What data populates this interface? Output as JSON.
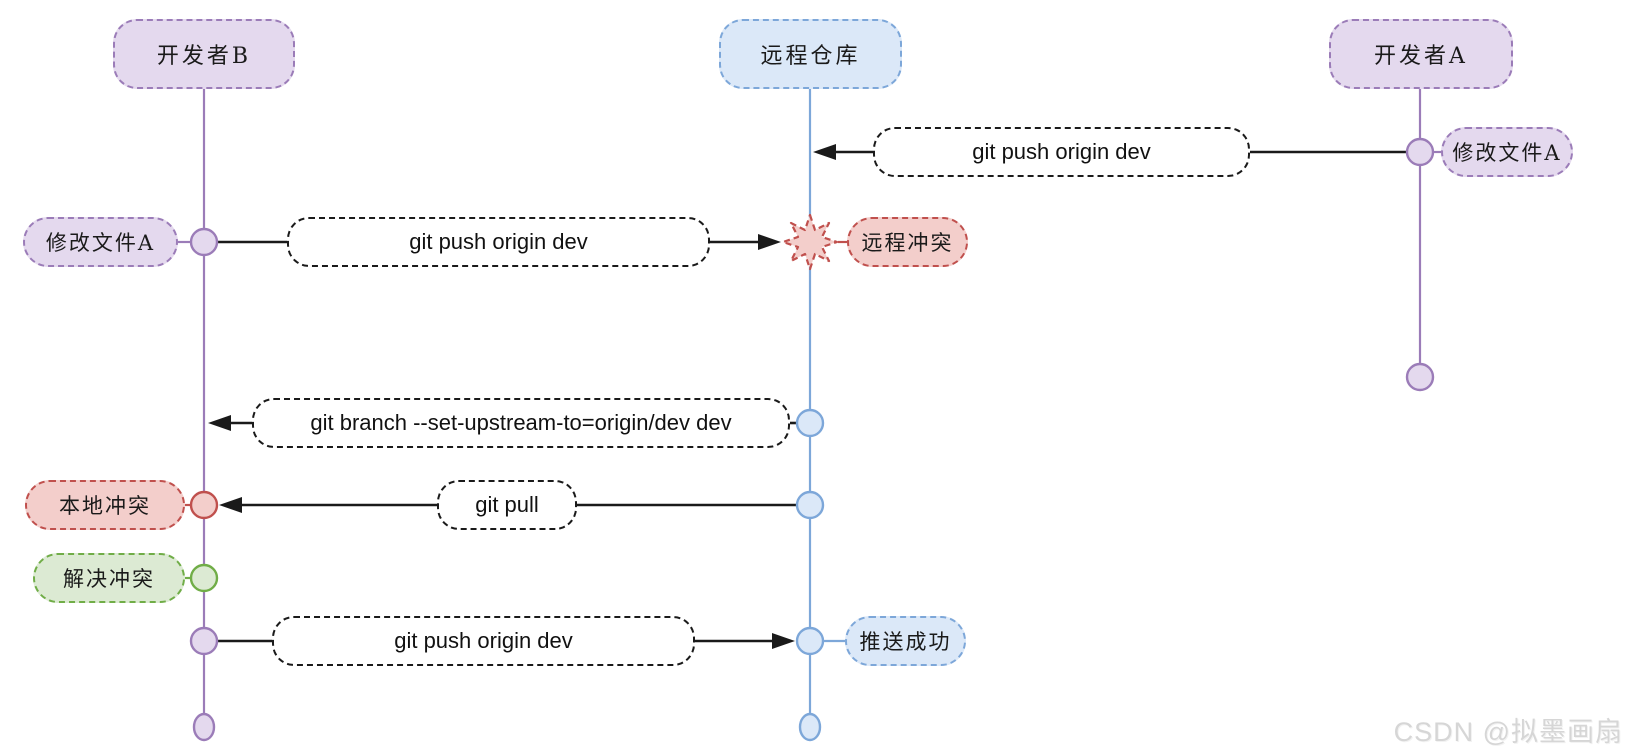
{
  "diagram": {
    "actors": [
      {
        "id": "devB",
        "label": "开发者B"
      },
      {
        "id": "remote",
        "label": "远程仓库"
      },
      {
        "id": "devA",
        "label": "开发者A"
      }
    ],
    "events": {
      "devA_modify": "修改文件A",
      "devB_modify": "修改文件A",
      "remote_conflict": "远程冲突",
      "local_conflict": "本地冲突",
      "resolve_conflict": "解决冲突",
      "push_success": "推送成功"
    },
    "commands": {
      "push_from_a": "git push origin dev",
      "push_from_b": "git push origin dev",
      "set_upstream": "git branch --set-upstream-to=origin/dev dev",
      "pull": "git pull",
      "push_final": "git push origin dev"
    },
    "watermark": "CSDN @拟墨画扇",
    "colors": {
      "purple_border": "#9b7cb8",
      "purple_fill": "#e4d9ee",
      "blue_border": "#7da7d9",
      "blue_fill": "#dbe8f8",
      "red_border": "#c0504d",
      "red_fill": "#f3cecb",
      "green_border": "#70ad47",
      "green_fill": "#dcead3"
    }
  }
}
